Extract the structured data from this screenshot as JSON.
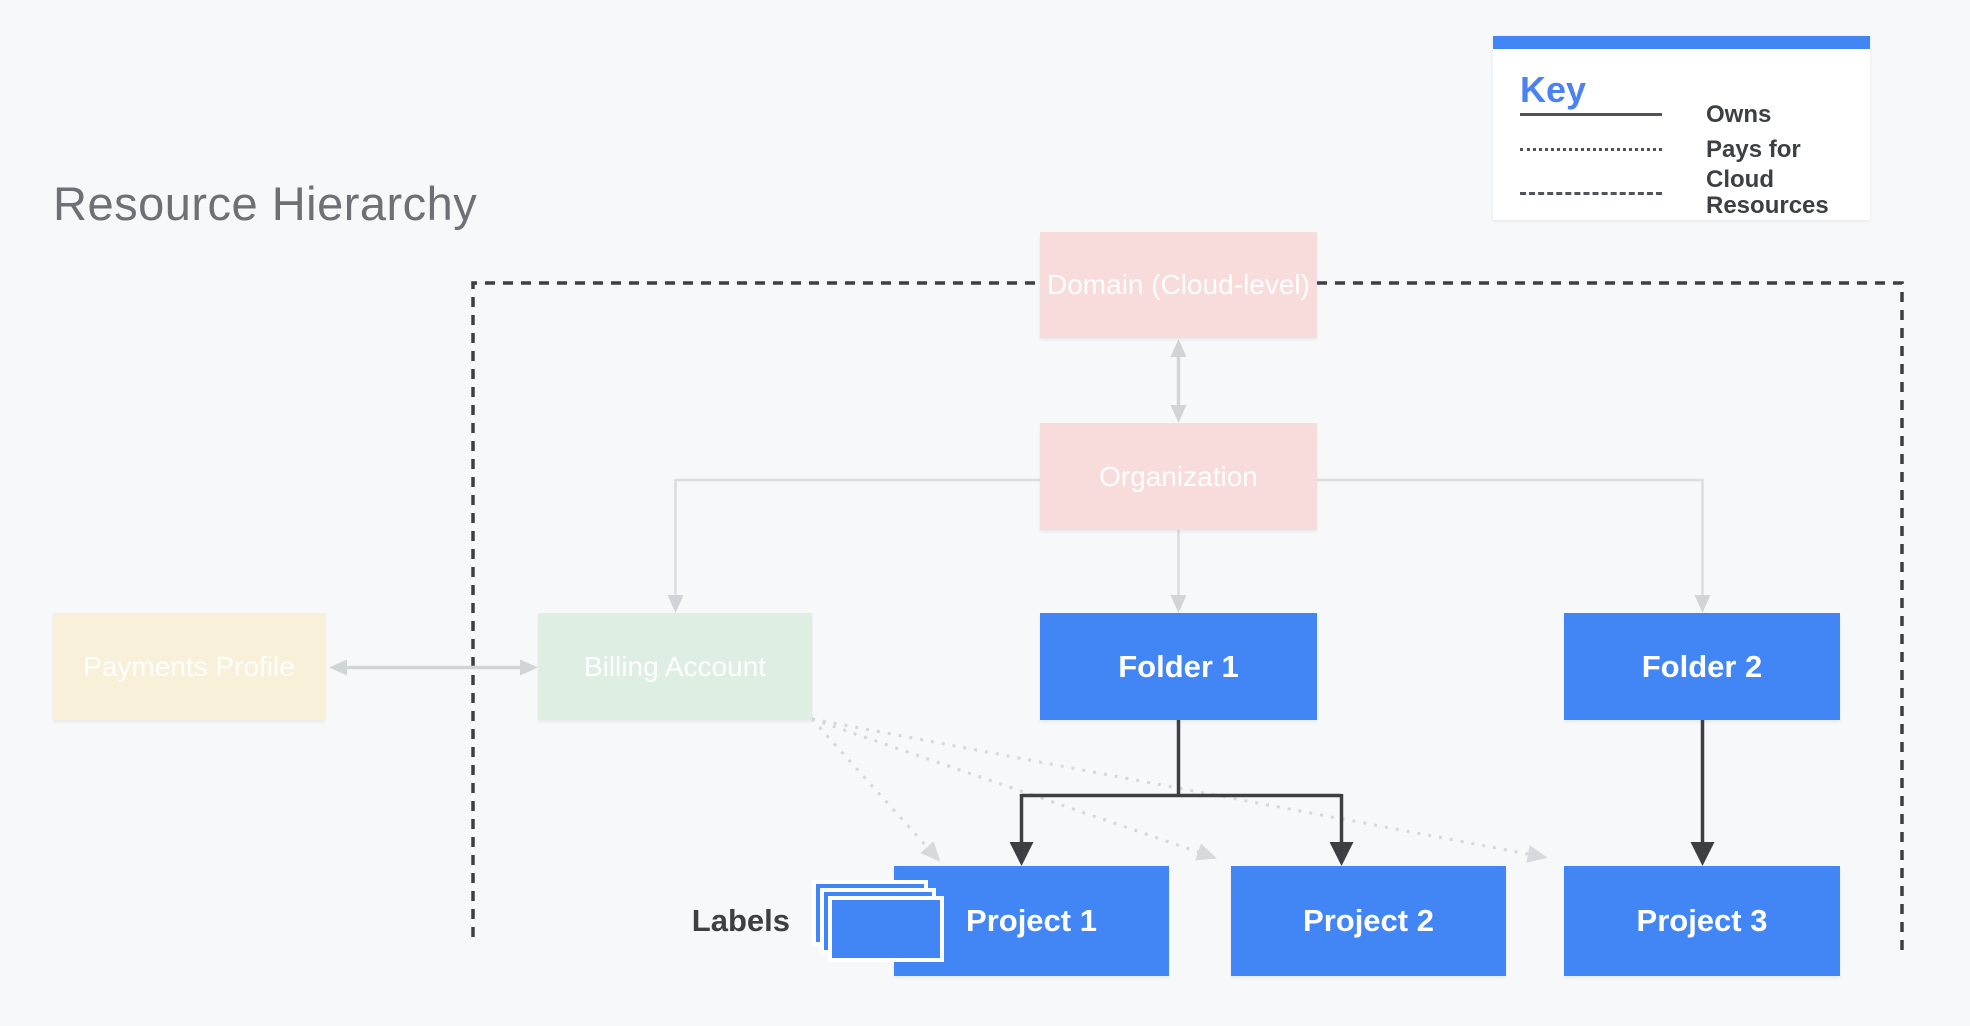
{
  "title": "Resource Hierarchy",
  "key": {
    "title": "Key",
    "items": [
      {
        "style": "solid",
        "label": "Owns"
      },
      {
        "style": "dotted",
        "label": "Pays for"
      },
      {
        "style": "dashed",
        "label": "Cloud Resources"
      }
    ]
  },
  "nodes": {
    "domain": {
      "label": "Domain (Cloud-level)"
    },
    "organization": {
      "label": "Organization"
    },
    "payments": {
      "label": "Payments Profile"
    },
    "billing": {
      "label": "Billing Account"
    },
    "folder1": {
      "label": "Folder 1"
    },
    "folder2": {
      "label": "Folder 2"
    },
    "project1": {
      "label": "Project 1"
    },
    "project2": {
      "label": "Project 2"
    },
    "project3": {
      "label": "Project 3"
    }
  },
  "labels": {
    "caption": "Labels"
  },
  "colors": {
    "accent_blue": "#4285f4",
    "pastel_pink": "#f8dcdc",
    "pastel_green": "#dfeee2",
    "pastel_cream": "#f8f0d9",
    "dark_line": "#3c4043",
    "light_line": "#d8dade",
    "background": "#f7f8fa"
  }
}
